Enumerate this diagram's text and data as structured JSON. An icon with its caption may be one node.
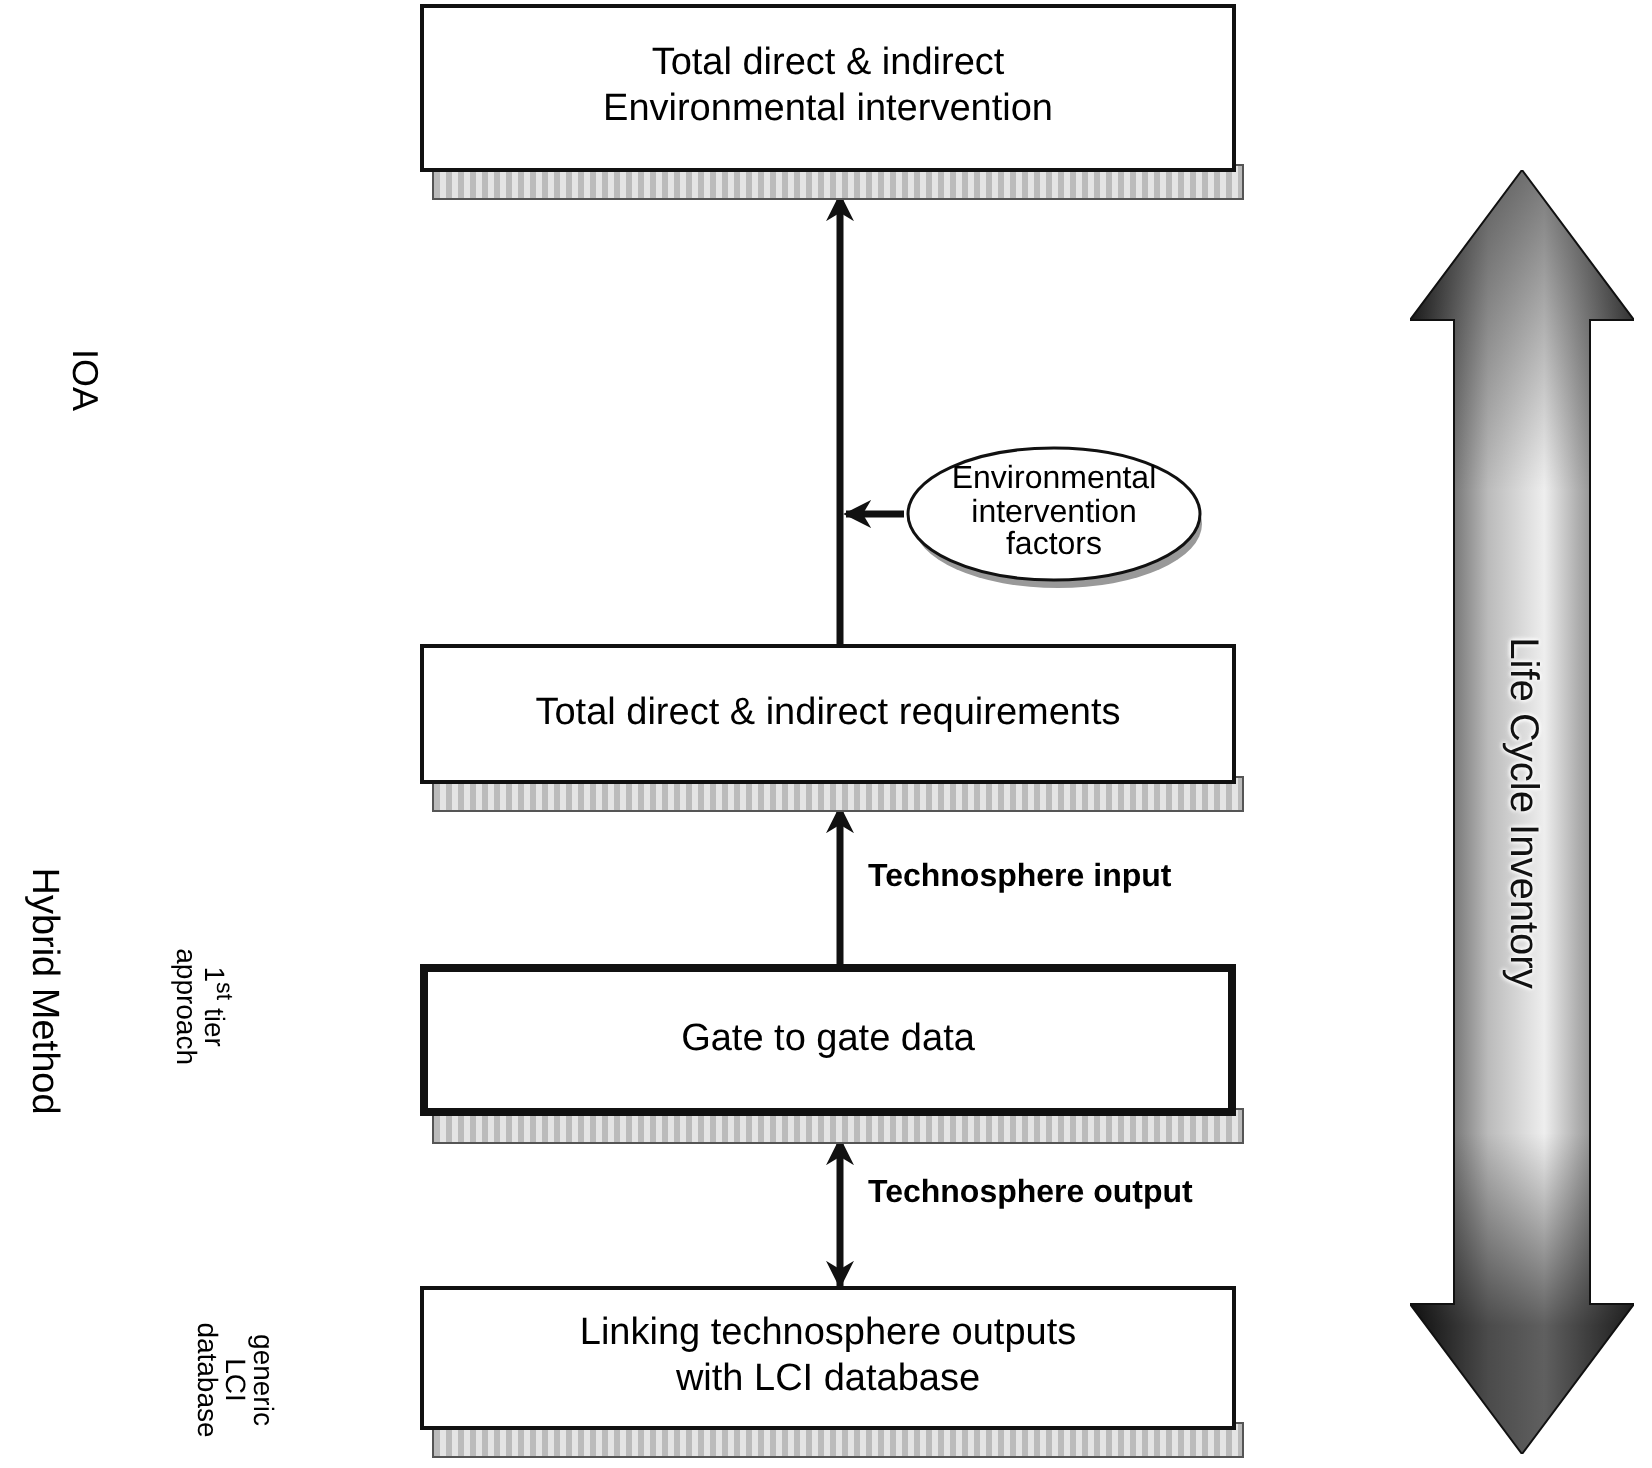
{
  "diagram": {
    "nodes": [
      {
        "text": [
          "Total direct & indirect Environmental intervention"
        ]
      },
      {
        "text": [
          "Environmental intervention factors"
        ]
      },
      {
        "text": [
          "Total direct & indirect requirements"
        ]
      },
      {
        "text": [
          "Gate to gate data"
        ]
      },
      {
        "text": [
          "Linking technosphere outputs with LCI database"
        ]
      },
      {
        "text": [
          "Life Cycle Inventory"
        ]
      }
    ],
    "edges": [
      {
        "from": 2,
        "to": 0,
        "arrow": "to"
      },
      {
        "from": 1,
        "to": null,
        "arrow": "to"
      },
      {
        "from": 3,
        "to": 2,
        "arrow": "to",
        "label": "Technosphere input"
      },
      {
        "from": 3,
        "to": 4,
        "arrow": "both",
        "label": "Technosphere output"
      }
    ],
    "labels": [
      "IOA",
      "Hybrid Method",
      "1$^{st}$ tier approach",
      "generic LCI database"
    ]
  }
}
